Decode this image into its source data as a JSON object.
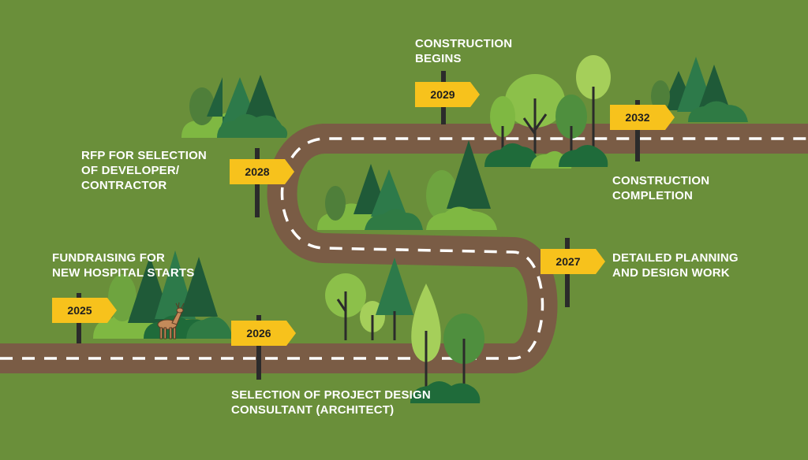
{
  "colors": {
    "background": "#6a8f3a",
    "road": "#7a5c45",
    "road_dash": "#ffffff",
    "sign": "#f7c21c",
    "post": "#2b2b2b",
    "label_text": "#ffffff"
  },
  "milestones": [
    {
      "year": "2025",
      "lines": [
        "FUNDRAISING FOR",
        "NEW HOSPITAL STARTS"
      ]
    },
    {
      "year": "2026",
      "lines": [
        "SELECTION OF PROJECT DESIGN",
        "CONSULTANT (ARCHITECT)"
      ]
    },
    {
      "year": "2027",
      "lines": [
        "DETAILED PLANNING",
        "AND DESIGN WORK"
      ]
    },
    {
      "year": "2028",
      "lines": [
        "RFP FOR SELECTION",
        "OF DEVELOPER/",
        "CONTRACTOR"
      ]
    },
    {
      "year": "2029",
      "lines": [
        "CONSTRUCTION",
        "BEGINS"
      ]
    },
    {
      "year": "2032",
      "lines": [
        "CONSTRUCTION",
        "COMPLETION"
      ]
    }
  ],
  "icons": [
    "pine-tree-icon",
    "round-tree-icon",
    "bush-icon",
    "deer-icon",
    "signpost-icon"
  ]
}
